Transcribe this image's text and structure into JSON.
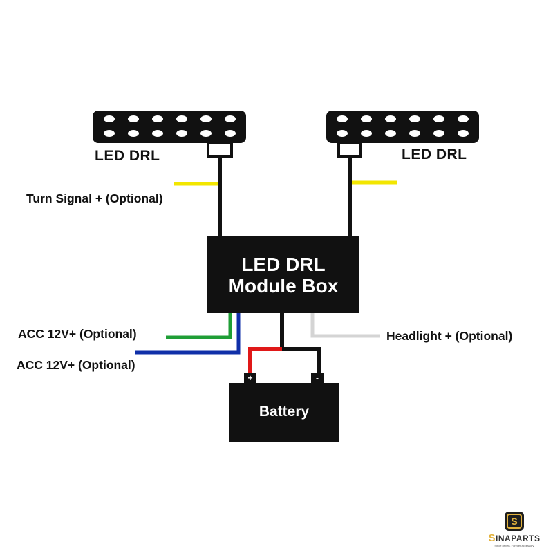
{
  "left_lamp": {
    "label": "LED DRL"
  },
  "right_lamp": {
    "label": "LED DRL"
  },
  "turn_signal": {
    "label": "Turn Signal + (Optional)"
  },
  "module_box": {
    "line1": "LED DRL",
    "line2": "Module Box"
  },
  "acc_green": {
    "label": "ACC 12V+ (Optional)"
  },
  "acc_blue": {
    "label": "ACC 12V+ (Optional)"
  },
  "headlight": {
    "label": "Headlight + (Optional)"
  },
  "battery": {
    "label": "Battery",
    "positive": "+",
    "negative": "-"
  },
  "logo": {
    "mark": "S",
    "name_first": "S",
    "name_rest": "INAPARTS",
    "tagline": "Since driven. Forever accessory"
  },
  "colors": {
    "yellow_wire": "#f2e600",
    "green_wire": "#1f9e36",
    "blue_wire": "#0f2fa8",
    "red_wire": "#e01818",
    "gray_wire": "#d4d4d4",
    "accent": "#e3b23c"
  }
}
